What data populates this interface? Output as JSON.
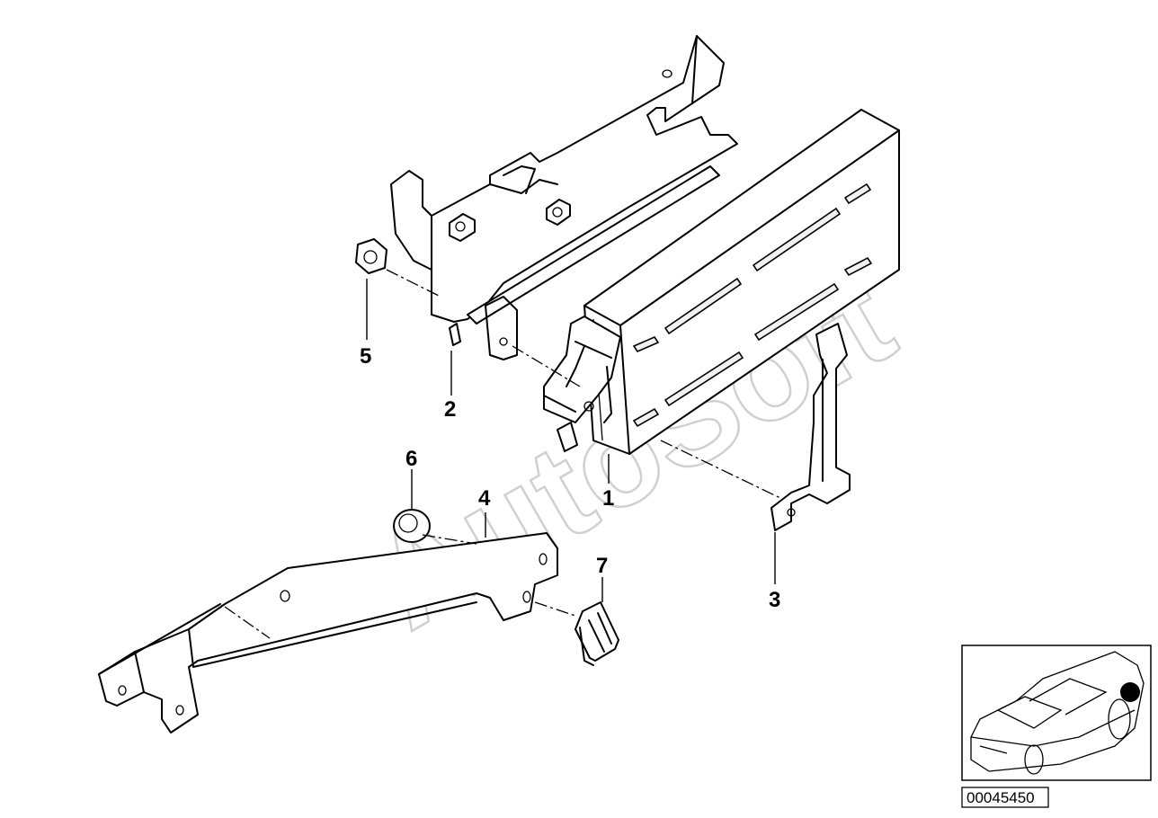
{
  "watermark": "AutoSoft",
  "document_number": "00045450",
  "callouts": [
    {
      "id": "1",
      "label": "1"
    },
    {
      "id": "2",
      "label": "2"
    },
    {
      "id": "3",
      "label": "3"
    },
    {
      "id": "4",
      "label": "4"
    },
    {
      "id": "5",
      "label": "5"
    },
    {
      "id": "6",
      "label": "6"
    },
    {
      "id": "7",
      "label": "7"
    }
  ],
  "thumbnail": {
    "marker_color": "#000000"
  }
}
